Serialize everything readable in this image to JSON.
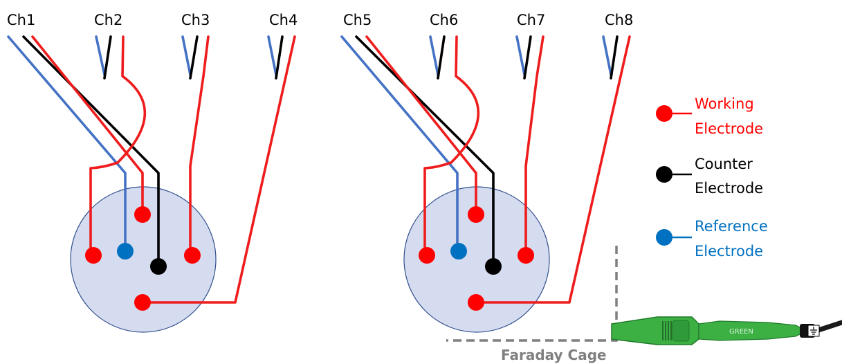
{
  "channels": [
    "Ch1",
    "Ch2",
    "Ch3",
    "Ch4",
    "Ch5",
    "Ch6",
    "Ch7",
    "Ch8"
  ],
  "legend": {
    "working": {
      "line1": "Working",
      "line2": "Electrode",
      "color": "#ff0000"
    },
    "counter": {
      "line1": "Counter",
      "line2": "Electrode",
      "color": "#000000"
    },
    "reference": {
      "line1": "Reference",
      "line2": "Electrode",
      "color": "#0070c0"
    }
  },
  "faraday_cage": {
    "label": "Faraday Cage",
    "color": "#7f7f7f"
  },
  "ground_cable": {
    "label": "GREEN",
    "color": "#3cb043"
  },
  "colors": {
    "wire_red": "#ee1c1c",
    "wire_blue": "#4472c4",
    "wire_black": "#000000",
    "cell_fill": "#d6dcf0"
  }
}
